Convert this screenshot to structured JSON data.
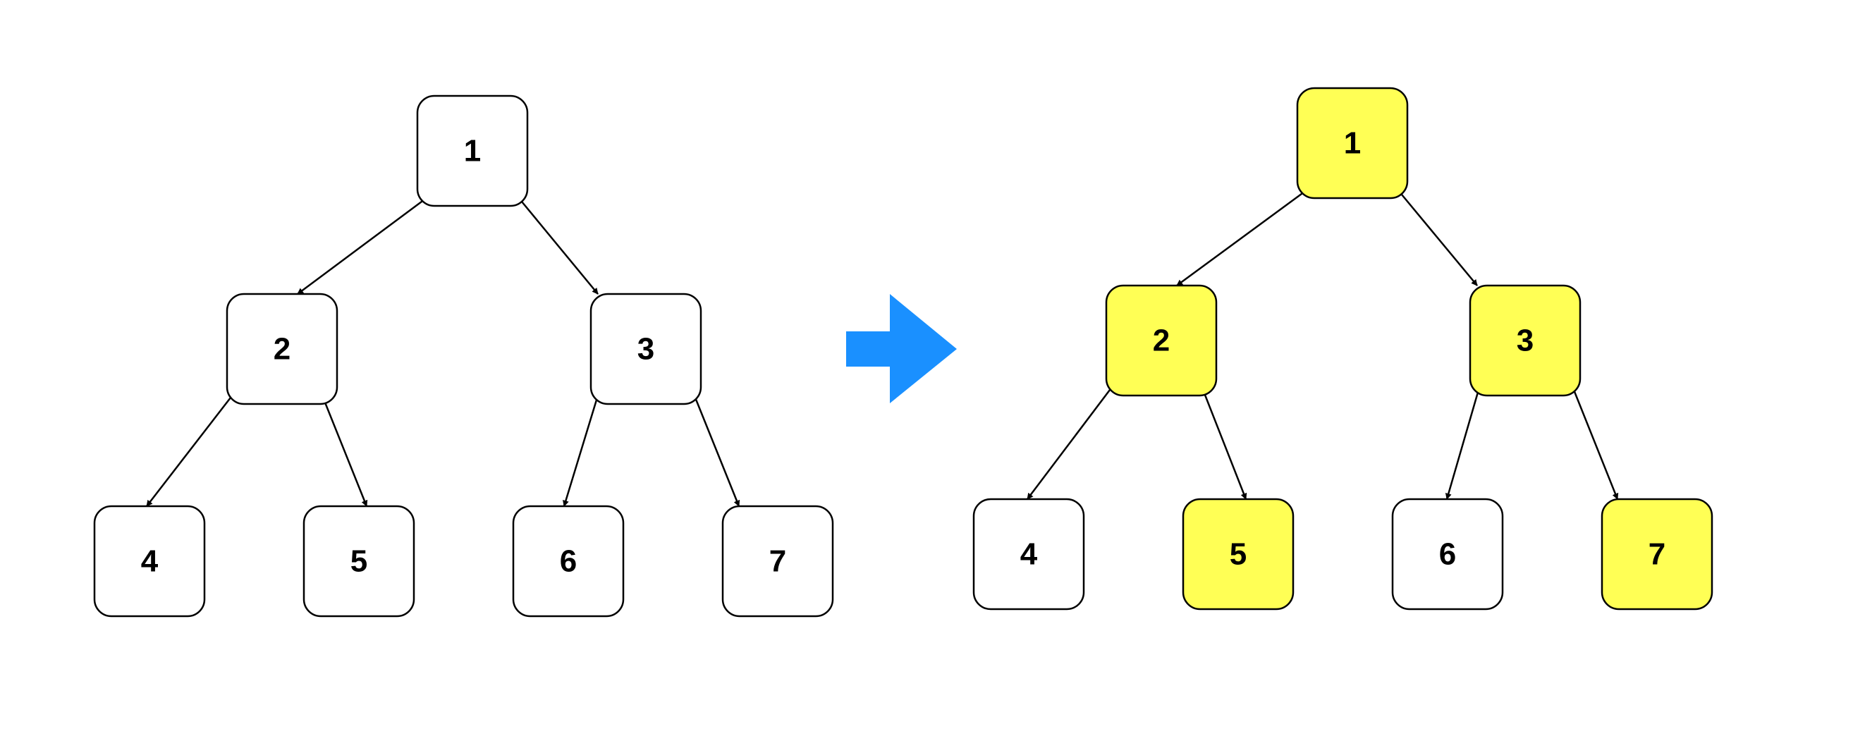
{
  "colors": {
    "highlight_fill": "#ffff55",
    "plain_fill": "#ffffff",
    "stroke": "#000000",
    "arrow_blue": "#1a90ff"
  },
  "left_tree": {
    "nodes": {
      "n1": {
        "label": "1",
        "highlighted": false
      },
      "n2": {
        "label": "2",
        "highlighted": false
      },
      "n3": {
        "label": "3",
        "highlighted": false
      },
      "n4": {
        "label": "4",
        "highlighted": false
      },
      "n5": {
        "label": "5",
        "highlighted": false
      },
      "n6": {
        "label": "6",
        "highlighted": false
      },
      "n7": {
        "label": "7",
        "highlighted": false
      }
    },
    "edges": [
      [
        "n1",
        "n2"
      ],
      [
        "n1",
        "n3"
      ],
      [
        "n2",
        "n4"
      ],
      [
        "n2",
        "n5"
      ],
      [
        "n3",
        "n6"
      ],
      [
        "n3",
        "n7"
      ]
    ]
  },
  "right_tree": {
    "nodes": {
      "n1": {
        "label": "1",
        "highlighted": true
      },
      "n2": {
        "label": "2",
        "highlighted": true
      },
      "n3": {
        "label": "3",
        "highlighted": true
      },
      "n4": {
        "label": "4",
        "highlighted": false
      },
      "n5": {
        "label": "5",
        "highlighted": true
      },
      "n6": {
        "label": "6",
        "highlighted": false
      },
      "n7": {
        "label": "7",
        "highlighted": true
      }
    },
    "edges": [
      [
        "n1",
        "n2"
      ],
      [
        "n1",
        "n3"
      ],
      [
        "n2",
        "n4"
      ],
      [
        "n2",
        "n5"
      ],
      [
        "n3",
        "n6"
      ],
      [
        "n3",
        "n7"
      ]
    ]
  },
  "transition_arrow": {
    "icon": "right-arrow-icon"
  }
}
